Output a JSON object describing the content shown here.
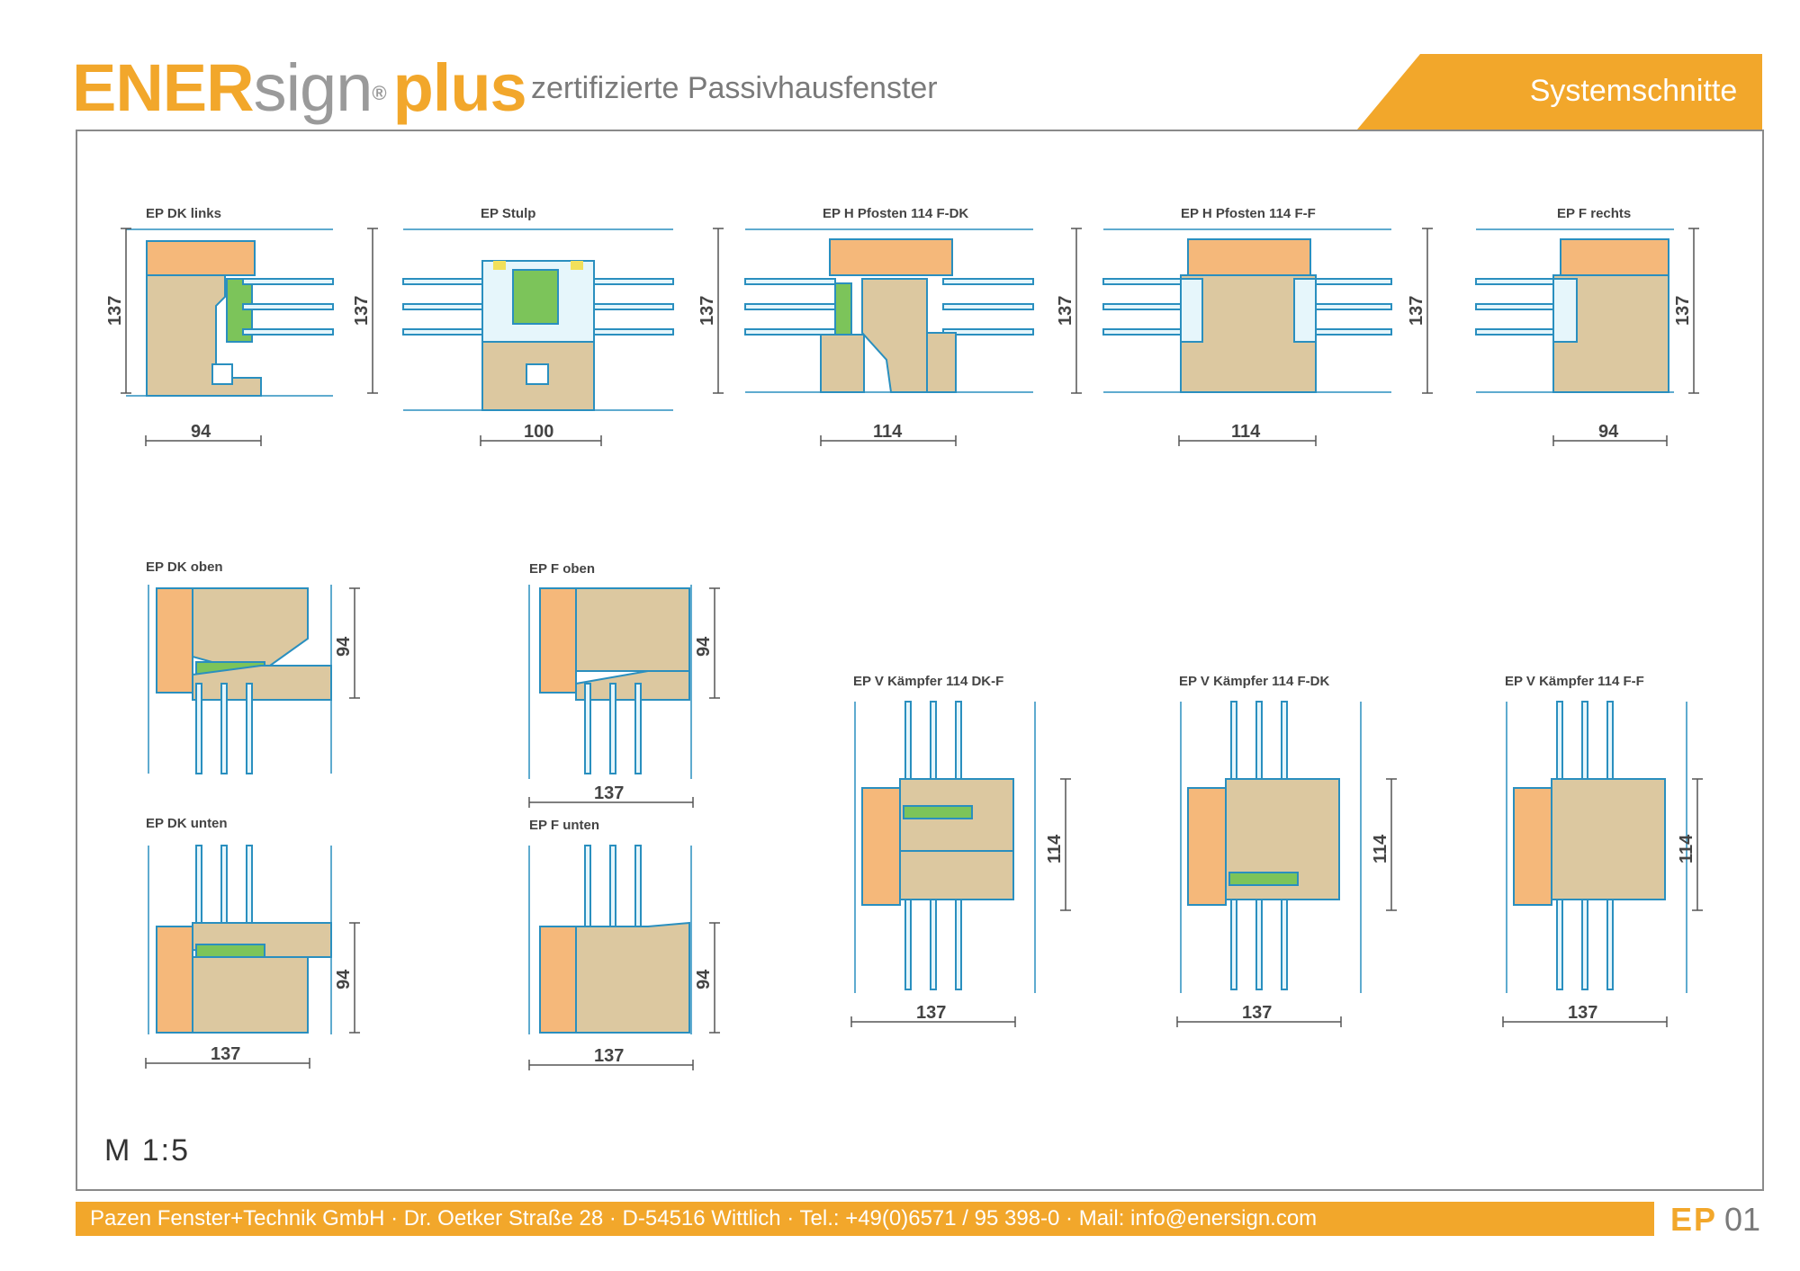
{
  "brand": {
    "part1": "ENER",
    "part2": "sign",
    "registered": "®",
    "part3": "plus",
    "tagline": "zertifizierte Passivhausfenster"
  },
  "section_title": "Systemschnitte",
  "scale_note": "M 1:5",
  "footer": {
    "text": "Pazen Fenster+Technik GmbH · Dr. Oetker Straße 28 · D-54516 Wittlich · Tel.: +49(0)6571 / 95 398-0 · Mail: info@enersign.com"
  },
  "page_code": {
    "prefix": "EP",
    "number": "01"
  },
  "colors": {
    "accent": "#f2a72b",
    "wood": "#dcc8a0",
    "insulation": "#f5b87a",
    "profile": "#2a8fbf",
    "green": "#7cc45a"
  },
  "sections_row1": [
    {
      "label": "EP DK links",
      "height": "137",
      "width": "94"
    },
    {
      "label": "EP Stulp",
      "height": "137",
      "width": "100"
    },
    {
      "label": "EP H Pfosten 114 F-DK",
      "height": "137",
      "width": "114"
    },
    {
      "label": "EP H Pfosten 114 F-F",
      "height": "137",
      "width": "114"
    },
    {
      "label": "EP F rechts",
      "height": "137",
      "width": "94"
    }
  ],
  "sections_left": [
    {
      "label": "EP DK oben",
      "height": "94"
    },
    {
      "label": "EP F oben",
      "height": "94",
      "width": "137"
    },
    {
      "label": "EP DK unten",
      "height": "94",
      "width": "137"
    },
    {
      "label": "EP F unten",
      "height": "94",
      "width": "137"
    }
  ],
  "sections_transom": [
    {
      "label": "EP V Kämpfer 114 DK-F",
      "height": "114",
      "width": "137"
    },
    {
      "label": "EP V Kämpfer 114 F-DK",
      "height": "114",
      "width": "137"
    },
    {
      "label": "EP V Kämpfer 114 F-F",
      "height": "114",
      "width": "137"
    }
  ]
}
